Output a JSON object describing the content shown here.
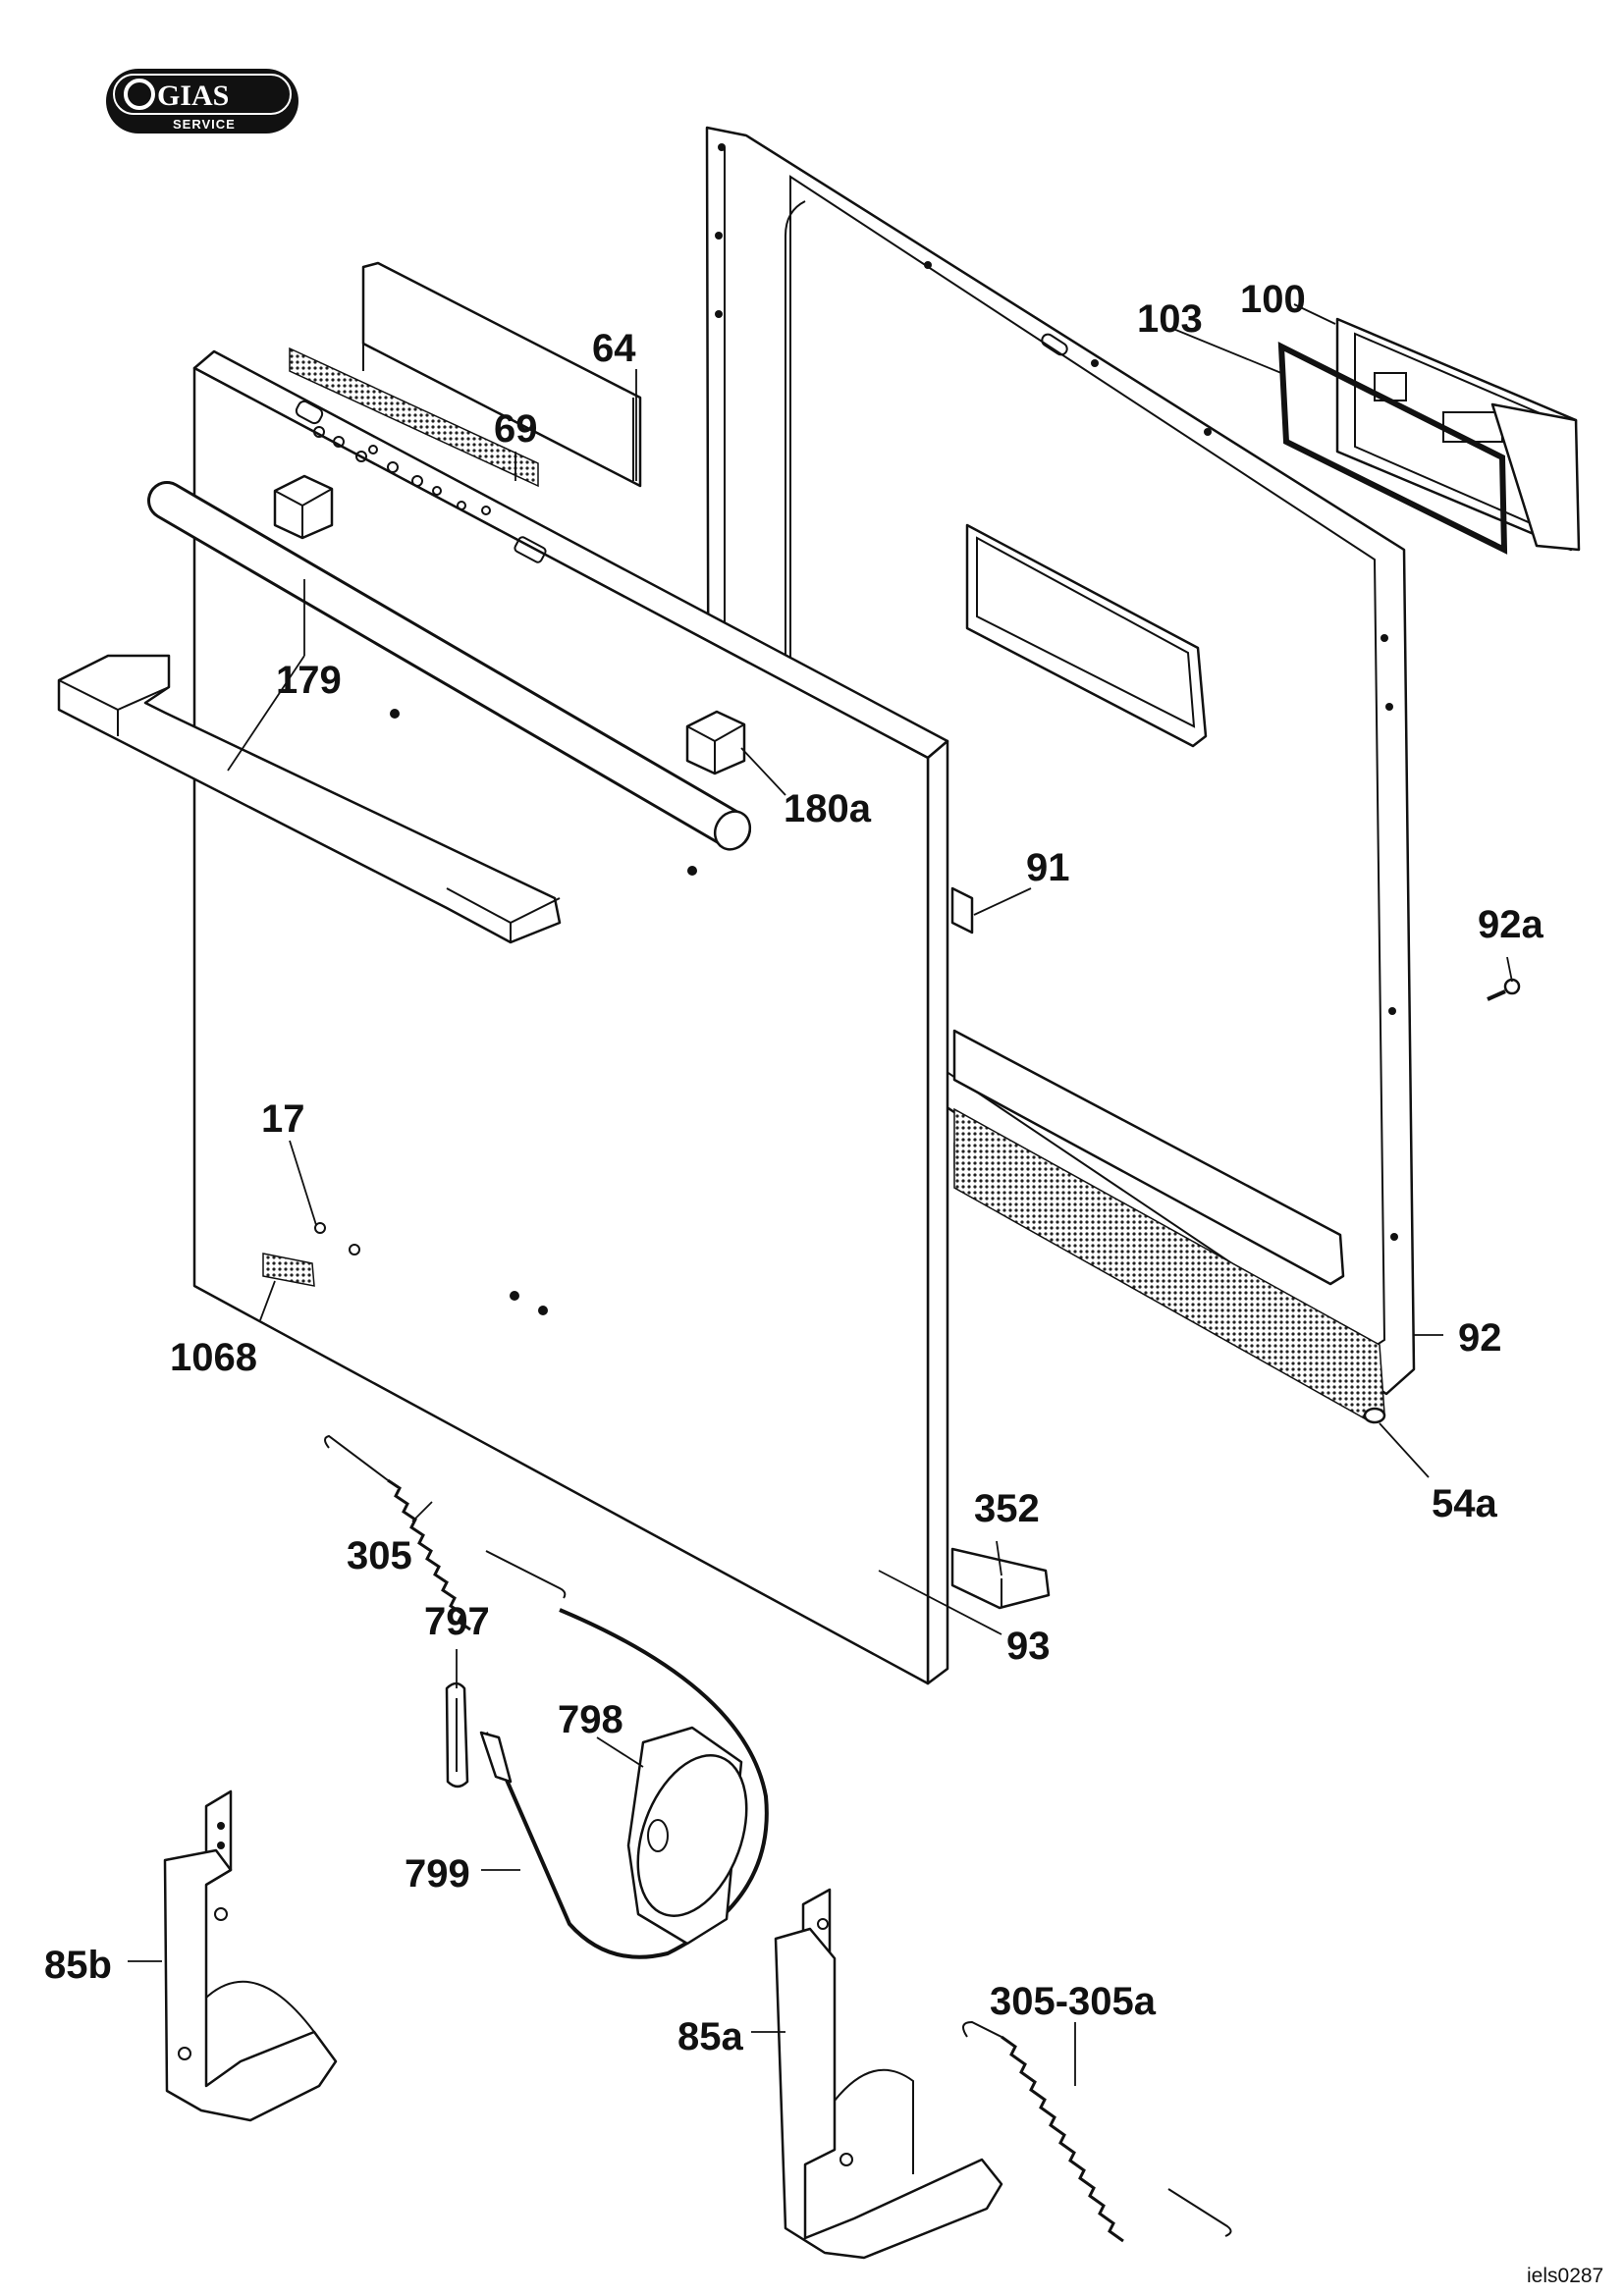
{
  "logo": {
    "brand": "GIAS",
    "subtitle": "SERVICE"
  },
  "drawing_code": "iels0287",
  "labels": {
    "p64": "64",
    "p69": "69",
    "p100": "100",
    "p103": "103",
    "p179a": "179",
    "p180a": "180a",
    "p91": "91",
    "p92a": "92a",
    "p17": "17",
    "p1068": "1068",
    "p92": "92",
    "p54a": "54a",
    "p352": "352",
    "p305": "305",
    "p797": "797",
    "p93": "93",
    "p798": "798",
    "p799": "799",
    "p85b": "85b",
    "p85a": "85a",
    "p305_305a": "305-305a"
  },
  "colors": {
    "line": "#111111",
    "background": "#ffffff"
  }
}
